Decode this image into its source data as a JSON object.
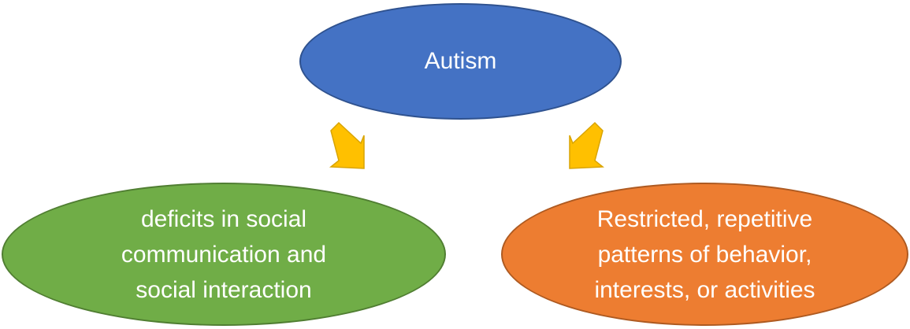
{
  "diagram": {
    "top_node": {
      "label": "Autism",
      "color": "#4472c4"
    },
    "left_node": {
      "label": "deficits in social\ncommunication and\nsocial interaction",
      "color": "#70ad47"
    },
    "right_node": {
      "label": "Restricted, repetitive\npatterns of behavior,\ninterests, or activities",
      "color": "#ed7d31"
    },
    "arrow_color": "#ffc000"
  }
}
